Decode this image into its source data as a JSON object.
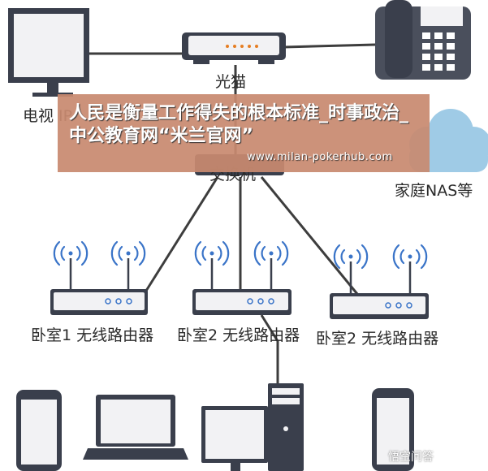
{
  "labels": {
    "modem": "光猫",
    "tv": "电视",
    "tv_partial": "IP",
    "switch": "交换机",
    "nas": "家庭NAS等",
    "router1": "卧室1 无线路由器",
    "router2": "卧室2 无线路由器",
    "router3": "卧室2 无线路由器"
  },
  "overlay": {
    "headline": "人民是衡量工作得失的根本标准_时事政治_中公教育网“米兰官网”",
    "url": "www.milan-pokerhub.com"
  },
  "watermark": "悟空问答",
  "colors": {
    "line": "#3d3d3d",
    "device_dark": "#3a3f4c",
    "device_light": "#f2f2f4",
    "wifi": "#3a74c8",
    "cloud": "#9fcbe6",
    "banner": "#c88a70"
  }
}
